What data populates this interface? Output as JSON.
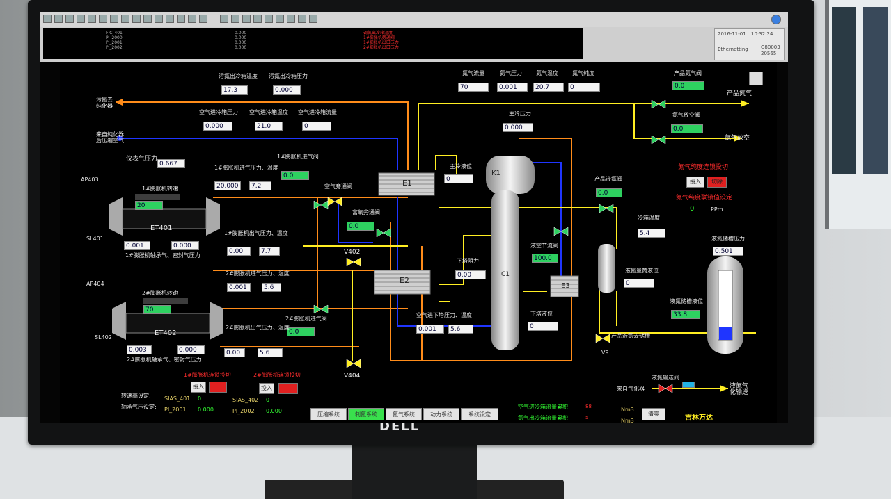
{
  "toolbar": {
    "date": "2016-11-01",
    "time": "10:32:24",
    "status": "Ethernetting",
    "code1": "G80003",
    "code2": "20565"
  },
  "alarm": {
    "tags": [
      "FIC_401",
      "PI_2000",
      "PI_2001",
      "PI_2002"
    ],
    "values": [
      "0.000",
      "0.000",
      "0.000",
      "0.000"
    ],
    "messages": [
      "调氮出冷箱温度",
      "1#膨胀机旁通阀",
      "1#膨胀机出口压力",
      "2#膨胀机出口压力"
    ]
  },
  "labels": {
    "dirty_n2": "污氮去\n纯化器",
    "air_in": "来自纯化器\n后压缩空气",
    "dirty_out_temp": "污氮出冷箱温度",
    "dirty_out_press": "污氮出冷箱压力",
    "air_in_press": "空气进冷箱压力",
    "air_in_temp": "空气进冷箱温度",
    "air_in_flow": "空气进冷箱流量",
    "instr_air": "仪表气压力",
    "n2_flow": "氮气流量",
    "n2_press": "氮气压力",
    "n2_temp": "氮气温度",
    "n2_purity": "氮气纯度",
    "main_cold_press": "主冷压力",
    "prod_n2_valve": "产品氮气阀",
    "prod_n2": "产品氮气",
    "n2_vent_valve": "氮气放空阀",
    "n2_vent": "氮气放空",
    "purity_cut": "氮气纯度连锁投切",
    "purity_set": "氮气纯度联锁值设定",
    "ppm": "PPm",
    "purity_val": "0",
    "ap403": "AP403",
    "sl401": "SL401",
    "ap404": "AP404",
    "sl402": "SL402",
    "et401": "ET401",
    "et402": "ET402",
    "exp1_speed": "1#膨胀机转速",
    "exp1_in": "1#膨胀机进气压力、温度",
    "exp1_in_valve": "1#膨胀机进气阀",
    "exp1_out": "1#膨胀机出气压力、温度",
    "exp1_bearing": "1#膨胀机轴承气、密封气压力",
    "exp2_speed": "2#膨胀机转速",
    "exp2_in": "2#膨胀机进气压力、温度",
    "exp2_in_valve": "2#膨胀机进气阀",
    "exp2_out": "2#膨胀机出气压力、温度",
    "exp2_bearing": "2#膨胀机轴承气、密封气压力",
    "air_bypass": "空气旁通阀",
    "rich_o2_bypass": "富氧旁通阀",
    "v402": "V402",
    "v404": "V404",
    "e1": "E1",
    "e2": "E2",
    "e3": "E3",
    "k1": "K1",
    "c1": "C1",
    "main_cold_level": "主冷液位",
    "liq_air_valve": "液空节流阀",
    "lower_resist": "下塔阻力",
    "lower_level": "下塔液位",
    "air_lower_press": "空气进下塔压力、温度",
    "prod_ln2_valve": "产品液氮阀",
    "cold_box_temp": "冷箱温度",
    "ln2_tank_press": "液氮储槽压力",
    "ln2_meter": "液氮量筒液位",
    "ln2_tank_level": "液氮储槽液位",
    "prod_ln2_tank": "产品液氮去储槽",
    "v9": "V9",
    "ln2_valve": "液氮输送阀",
    "from_vap": "来自气化器",
    "ln2_transfer": "液氮气\n化输送",
    "exp1_interlock": "1#膨胀机连锁投切",
    "exp2_interlock": "2#膨胀机连锁投切",
    "speed_high": "转速高设定:",
    "bearing_low": "轴承气压设定:",
    "sias401": "SIAS_401",
    "sias401_v": "0",
    "pi2001": "PI_2001",
    "pi2001_v": "0.000",
    "sias402": "SIAS_402",
    "sias402_v": "0",
    "pi2002": "PI_2002",
    "pi2002_v": "0.000",
    "air_in_total": "空气进冷箱流量累积",
    "n2_out_total": "氮气出冷箱流量累积",
    "nm3a": "Nm3",
    "nm3b": "Nm3",
    "clear": "清零",
    "company": "吉林万达"
  },
  "values": {
    "dirty_out_temp": "17.3",
    "dirty_out_press": "0.000",
    "air_in_press": "0.000",
    "air_in_temp": "21.0",
    "air_in_flow": "0",
    "instr_air": "0.667",
    "n2_flow": "70",
    "n2_press": "0.001",
    "n2_temp": "20.7",
    "n2_purity": "0",
    "main_cold_press": "0.000",
    "prod_n2_valve": "0.0",
    "n2_vent_valve": "0.0",
    "exp1_speed": "20",
    "exp1_in_p": "20.000",
    "exp1_in_t": "7.2",
    "exp1_in_valve": "0.0",
    "exp1_bear": "0.001",
    "exp1_seal": "0.000",
    "exp1_out_p": "0.00",
    "exp1_out_t": "7.7",
    "exp2_speed": "70",
    "exp2_in_p": "0.001",
    "exp2_in_t": "5.6",
    "exp2_in_valve": "0.0",
    "exp2_bear": "0.003",
    "exp2_seal": "0.000",
    "exp2_out_p": "0.00",
    "exp2_out_t": "5.6",
    "rich_o2": "0.0",
    "main_cold_level": "0",
    "liq_air_valve": "100.0",
    "lower_resist": "0.00",
    "lower_level": "0",
    "air_lower_p": "0.001",
    "air_lower_t": "5.6",
    "prod_ln2_valve": "0.0",
    "cold_box_temp": "5.4",
    "ln2_tank_press": "0.501",
    "ln2_meter": "0",
    "ln2_tank_level": "33.8"
  },
  "buttons": {
    "invest": "投入",
    "cut": "切除",
    "exp1_on": "投入",
    "exp2_on": "投入"
  },
  "nav": [
    "压缩系统",
    "制氮系统",
    "氮气系统",
    "动力系统",
    "系统设定"
  ],
  "nav_active": 1,
  "ln2_tank_fill_fraction": 0.18,
  "colors": {
    "orange": "#ff8c1a",
    "blue": "#1f35ff",
    "yellow": "#ffee22",
    "green": "#2ed160"
  }
}
